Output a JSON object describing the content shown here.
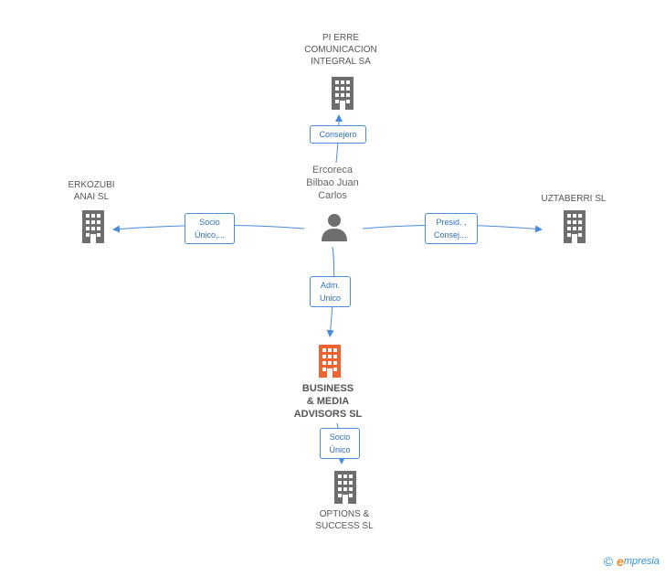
{
  "nodes": {
    "top": {
      "lines": [
        "PI ERRE",
        "COMUNICACION",
        "INTEGRAL SA"
      ]
    },
    "left": {
      "lines": [
        "ERKOZUBI",
        "ANAI SL"
      ]
    },
    "right": {
      "lines": [
        "UZTABERRI SL"
      ]
    },
    "center": {
      "lines": [
        "Ercoreca",
        "Bilbao Juan",
        "Carlos"
      ]
    },
    "main": {
      "lines": [
        "BUSINESS",
        "& MEDIA",
        "ADVISORS SL"
      ]
    },
    "bottom": {
      "lines": [
        "OPTIONS &",
        "SUCCESS SL"
      ]
    }
  },
  "edges": {
    "to_top": {
      "lines": [
        "Consejero"
      ]
    },
    "to_left": {
      "lines": [
        "Socio",
        "Único,..."
      ]
    },
    "to_right": {
      "lines": [
        "Presid. ,",
        "Consej...."
      ]
    },
    "to_main": {
      "lines": [
        "Adm.",
        "Unico"
      ]
    },
    "to_bottom": {
      "lines": [
        "Socio",
        "Único"
      ]
    }
  },
  "colors": {
    "edge": "#4a8ad8",
    "building": "#6e6e6e",
    "building_main": "#f0622f",
    "person": "#6e6e6e"
  },
  "footer": {
    "copyright": "©",
    "brand_initial": "e",
    "brand_rest": "mpresia"
  }
}
